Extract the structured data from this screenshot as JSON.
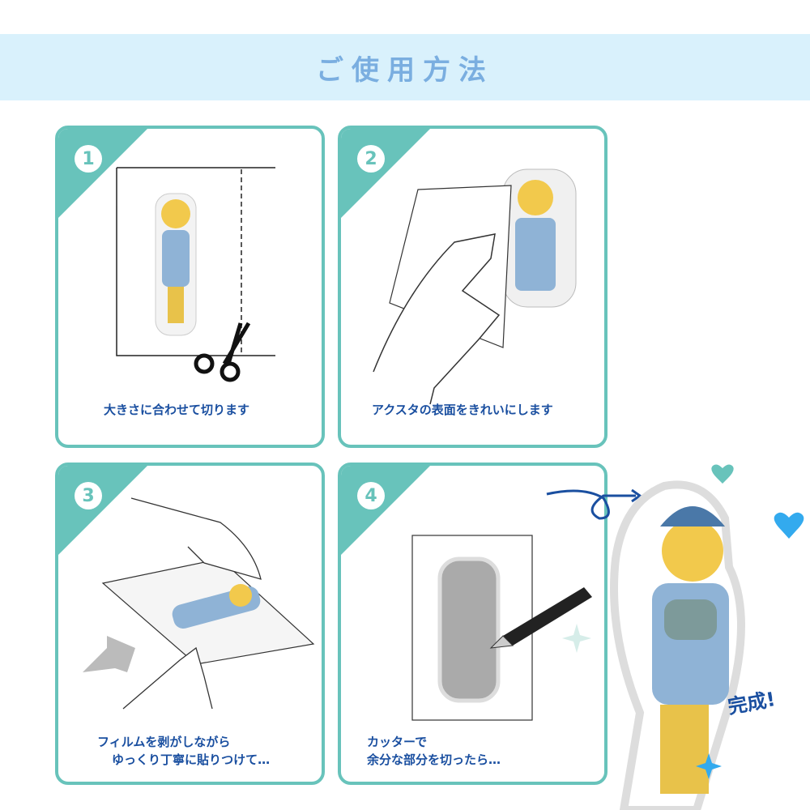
{
  "header": {
    "title": "ご使用方法"
  },
  "steps": [
    {
      "number": "1",
      "caption": "大きさに合わせて切ります"
    },
    {
      "number": "2",
      "caption": "アクスタの表面をきれいにします"
    },
    {
      "number": "3",
      "caption_line1": "フィルムを剥がしながら",
      "caption_line2": "ゆっくり丁寧に貼りつけて…"
    },
    {
      "number": "4",
      "caption_line1": "カッターで",
      "caption_line2": "余分な部分を切ったら…"
    }
  ],
  "finish": {
    "label": "完成!"
  },
  "colors": {
    "teal": "#68c3bb",
    "band": "#d9f1fc",
    "title": "#7aaee0",
    "text": "#1a4fa0"
  }
}
